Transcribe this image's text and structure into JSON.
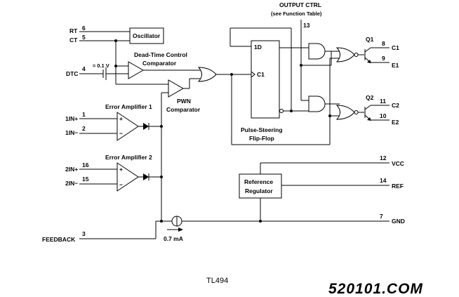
{
  "output_control": {
    "label": "OUTPUT CTRL",
    "sublabel": "(see Function Table)",
    "pin": "13"
  },
  "pins": {
    "rt": {
      "label": "RT",
      "num": "6"
    },
    "ct": {
      "label": "CT",
      "num": "5"
    },
    "dtc": {
      "label": "DTC",
      "num": "4"
    },
    "in1p": {
      "label": "1IN+",
      "num": "1"
    },
    "in1n": {
      "label": "1IN−",
      "num": "2"
    },
    "in2p": {
      "label": "2IN+",
      "num": "16"
    },
    "in2n": {
      "label": "2IN−",
      "num": "15"
    },
    "feedback": {
      "label": "FEEDBACK",
      "num": "3"
    },
    "c1": {
      "label": "C1",
      "num": "8"
    },
    "e1": {
      "label": "E1",
      "num": "9"
    },
    "c2": {
      "label": "C2",
      "num": "11"
    },
    "e2": {
      "label": "E2",
      "num": "10"
    },
    "vcc": {
      "label": "VCC",
      "num": "12"
    },
    "ref": {
      "label": "REF",
      "num": "14"
    },
    "gnd": {
      "label": "GND",
      "num": "7"
    }
  },
  "blocks": {
    "oscillator": "Oscillator",
    "dead_time_line1": "Dead-Time Control",
    "dead_time_line2": "Comparator",
    "dead_time_offset": "≈ 0.1 V",
    "pwn_line1": "PWN",
    "pwn_line2": "Comparator",
    "error_amp_1": "Error Amplifier 1",
    "error_amp_2": "Error Amplifier 2",
    "flip_flop_d": "1D",
    "flip_flop_c": "C1",
    "flip_flop_line1": "Pulse-Steering",
    "flip_flop_line2": "Flip-Flop",
    "reference_line1": "Reference",
    "reference_line2": "Regulator",
    "current_source": "0.7 mA",
    "q1": "Q1",
    "q2": "Q2",
    "plus": "+",
    "minus": "−"
  },
  "caption": "TL494",
  "watermark": "520101.COM",
  "colors": {
    "caption": "#1f3f8f",
    "watermark": "#b8b8c6"
  }
}
